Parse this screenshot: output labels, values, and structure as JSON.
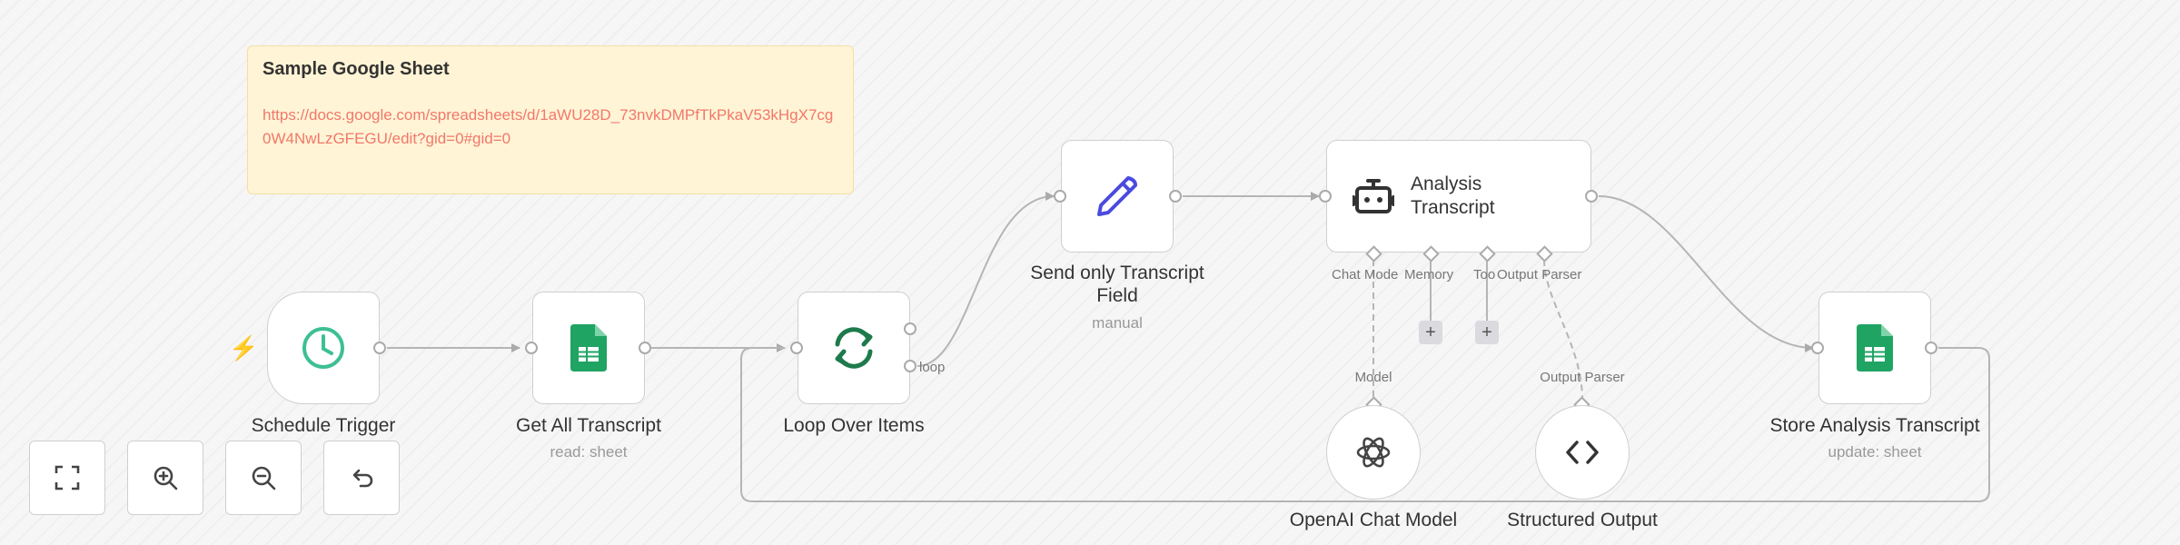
{
  "sticky": {
    "title": "Sample Google Sheet",
    "link": "https://docs.google.com/spreadsheets/d/1aWU28D_73nvkDMPfTkPkaV53kHgX7cg0W4NwLzGFEGU/edit?gid=0#gid=0"
  },
  "nodes": {
    "schedule_trigger": {
      "label": "Schedule Trigger",
      "icon": "clock-icon"
    },
    "get_all_transcript": {
      "label": "Get All Transcript",
      "subtitle": "read: sheet",
      "icon": "google-sheets-icon"
    },
    "loop_over_items": {
      "label": "Loop Over Items",
      "loop_label": "loop",
      "icon": "refresh-icon"
    },
    "send_only_transcript_field": {
      "label": "Send only Transcript Field",
      "subtitle": "manual",
      "icon": "pencil-icon"
    },
    "analysis_transcript": {
      "label": "Analysis Transcript",
      "icon": "robot-icon",
      "sub_ports": [
        "Chat Mode",
        "Memory",
        "Too",
        "Output Parser"
      ]
    },
    "store_analysis_transcript": {
      "label": "Store Analysis Transcript",
      "subtitle": "update: sheet",
      "icon": "google-sheets-icon"
    },
    "openai_chat_model": {
      "label": "OpenAI Chat Model",
      "port_label": "Model",
      "icon": "openai-icon"
    },
    "structured_output": {
      "label": "Structured Output",
      "port_label": "Output Parser",
      "icon": "code-icon"
    }
  },
  "controls": [
    {
      "name": "fit-view",
      "icon": "fullscreen-icon"
    },
    {
      "name": "zoom-in",
      "icon": "zoom-in-icon"
    },
    {
      "name": "zoom-out",
      "icon": "zoom-out-icon"
    },
    {
      "name": "undo",
      "icon": "undo-icon"
    }
  ],
  "plus_symbol": "+",
  "colors": {
    "accent_red": "#f05a4f",
    "sheets_green": "#1fa463",
    "trigger_teal": "#3dbf94",
    "pencil_blue": "#4a4adf",
    "link_color": "#f2786a"
  }
}
